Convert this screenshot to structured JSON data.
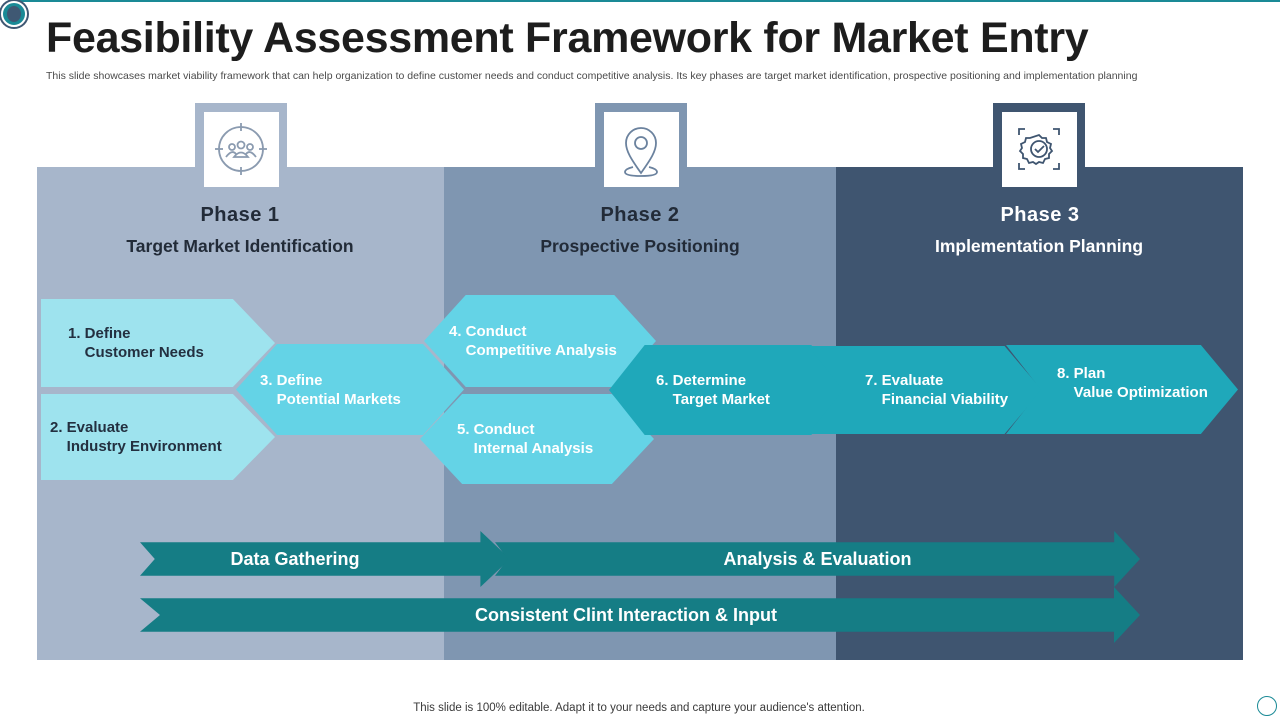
{
  "slide": {
    "title": "Feasibility Assessment Framework for Market Entry",
    "subtitle": "This slide showcases market viability framework that can help organization to define customer needs and conduct competitive analysis. Its key phases are target market identification, prospective positioning and implementation planning",
    "footer": "This slide is 100% editable. Adapt it to your needs and capture your audience's attention."
  },
  "colors": {
    "phase1_bg": "#a7b6cb",
    "phase2_bg": "#7f96b1",
    "phase3_bg": "#3f5570",
    "step_pale": "#9ee3ee",
    "step_light": "#64d3e6",
    "step_teal": "#1aa2b5",
    "step_dark": "#128f9e",
    "banner_arrow": "#157d85",
    "accent": "#1a8a96"
  },
  "phases": [
    {
      "number": "Phase 1",
      "name": "Target Market Identification",
      "icon": "target-audience-icon"
    },
    {
      "number": "Phase 2",
      "name": "Prospective Positioning",
      "icon": "location-pin-icon"
    },
    {
      "number": "Phase 3",
      "name": "Implementation Planning",
      "icon": "gear-process-icon"
    }
  ],
  "steps": [
    "1. Define\n    Customer Needs",
    "2. Evaluate\n    Industry Environment",
    "3. Define\n    Potential Markets",
    "4. Conduct\n    Competitive Analysis",
    "5. Conduct\n    Internal Analysis",
    "6. Determine\n    Target Market",
    "7. Evaluate\n    Financial Viability",
    "8. Plan\n    Value Optimization"
  ],
  "banners": {
    "data_gathering": "Data Gathering",
    "analysis_evaluation": "Analysis & Evaluation",
    "client_interaction": "Consistent Clint Interaction & Input"
  }
}
